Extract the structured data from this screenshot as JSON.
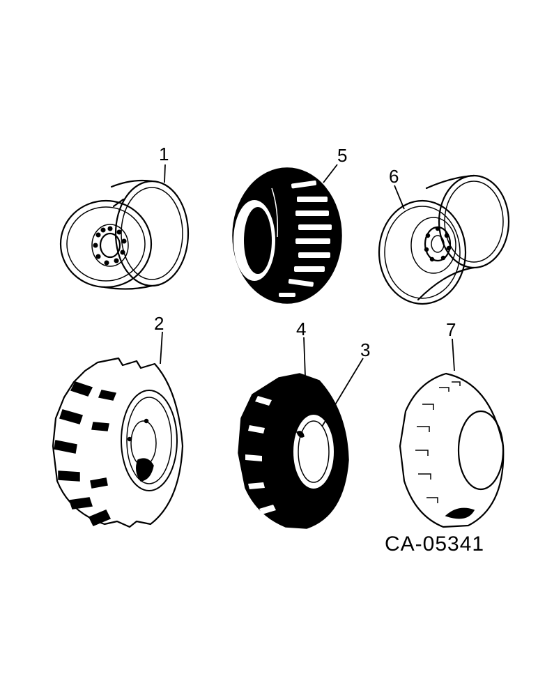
{
  "callouts": [
    {
      "id": "1",
      "label": "1"
    },
    {
      "id": "2",
      "label": "2"
    },
    {
      "id": "3",
      "label": "3"
    },
    {
      "id": "4",
      "label": "4"
    },
    {
      "id": "5",
      "label": "5"
    },
    {
      "id": "6",
      "label": "6"
    },
    {
      "id": "7",
      "label": "7"
    }
  ],
  "figure_id": "CA-05341",
  "parts": [
    {
      "ref": "1",
      "kind": "wheel-rim-icon"
    },
    {
      "ref": "2",
      "kind": "lug-tire-icon"
    },
    {
      "ref": "3",
      "kind": "rim-icon"
    },
    {
      "ref": "4",
      "kind": "tire-assembly-icon"
    },
    {
      "ref": "5",
      "kind": "tire-icon"
    },
    {
      "ref": "6",
      "kind": "dual-rim-icon"
    },
    {
      "ref": "7",
      "kind": "tire-icon"
    }
  ]
}
